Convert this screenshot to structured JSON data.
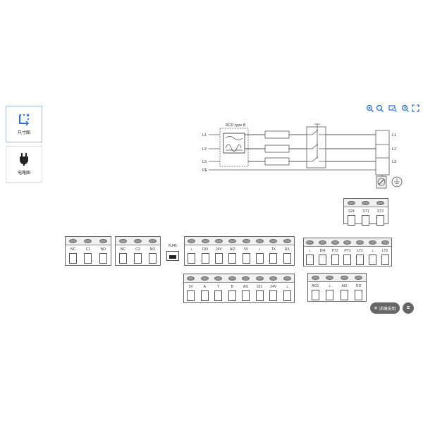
{
  "sidebar": {
    "items": [
      {
        "label": "尺寸图",
        "icon": "dimension-icon",
        "active": true
      },
      {
        "label": "电路图",
        "icon": "plug-icon",
        "active": false
      }
    ]
  },
  "toolbar": [
    "zoom-in-icon",
    "zoom-out-icon",
    "fit-view-icon",
    "reset-view-icon",
    "fullscreen-icon"
  ],
  "circuit": {
    "rcd_label": "RCD type B",
    "left_lines": [
      "L1",
      "L2",
      "L3",
      "PE"
    ],
    "right_lines": [
      "L1",
      "L2",
      "L3"
    ]
  },
  "rj45": {
    "label": "RJ45"
  },
  "blocks": [
    {
      "id": "relay1",
      "labels": [
        "NC",
        "C1",
        "NO"
      ]
    },
    {
      "id": "relay2",
      "labels": [
        "NC",
        "C2",
        "NO"
      ]
    },
    {
      "id": "io1",
      "labels": [
        "⊥",
        "DI3",
        "24V",
        "AI2",
        "5V",
        "⊥",
        "TX",
        "RX"
      ]
    },
    {
      "id": "io2",
      "labels": [
        "5V",
        "A",
        "Y",
        "B",
        "AI1",
        "DI1",
        "24V",
        "⊥"
      ]
    },
    {
      "id": "io3",
      "labels": [
        "⊥",
        "DI4",
        "PT2",
        "PT1",
        "LT1",
        "⊥",
        "LT2"
      ]
    },
    {
      "id": "io4",
      "labels": [
        "AO1",
        "⊥",
        "AI3",
        "DI2"
      ]
    },
    {
      "id": "sto",
      "labels": [
        "S24",
        "ST1",
        "ST2"
      ]
    }
  ],
  "float_buttons": {
    "chat_label": "详细说明",
    "share_icon": "share-icon"
  },
  "colors": {
    "accent": "#2a6fd6"
  }
}
